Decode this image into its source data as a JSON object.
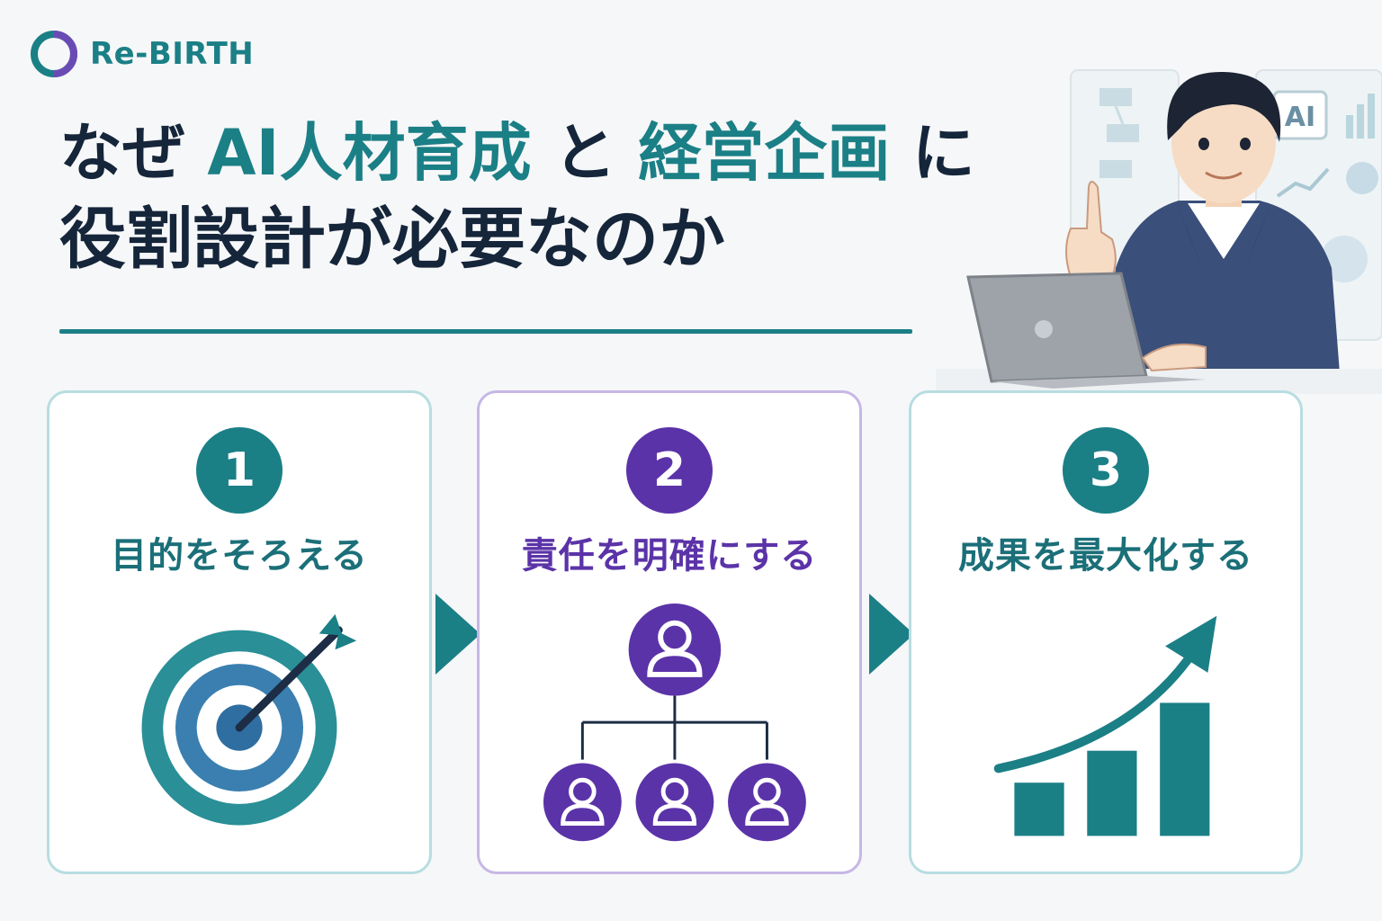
{
  "brand": {
    "name": "Re-BIRTH",
    "color": "#1b7f86"
  },
  "title": {
    "line1_part1": "なぜ",
    "line1_hl1": "AI人材育成",
    "line1_part2": "と",
    "line1_hl2": "経営企画",
    "line1_part3": "に",
    "line2": "役割設計が必要なのか"
  },
  "illustration": {
    "screen_badge": "AI"
  },
  "steps": [
    {
      "number": "1",
      "label": "目的をそろえる",
      "icon": "target-icon"
    },
    {
      "number": "2",
      "label": "責任を明確にする",
      "icon": "org-chart-icon"
    },
    {
      "number": "3",
      "label": "成果を最大化する",
      "icon": "growth-chart-icon"
    }
  ],
  "colors": {
    "teal": "#1b7f86",
    "purple": "#5b33a8",
    "navy": "#15253a"
  }
}
